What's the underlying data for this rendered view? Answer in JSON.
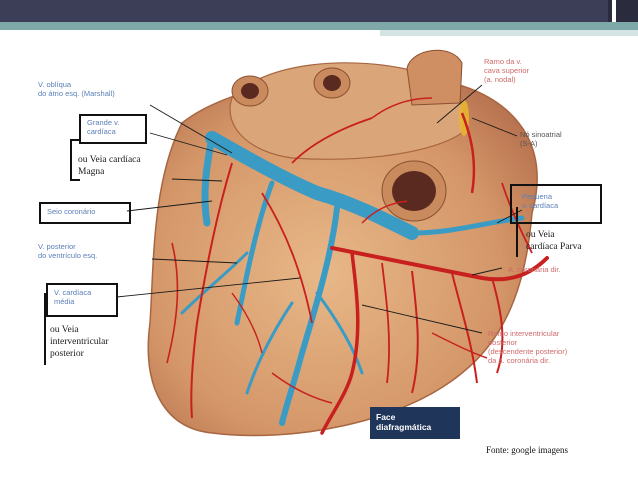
{
  "slide": {
    "source_note": "Fonte: google imagens",
    "face_label_1": "Face",
    "face_label_2": "diafragmática"
  },
  "labels": {
    "v_obliqua_1": "V. oblíqua",
    "v_obliqua_2": "do átrio esq. (Marshall)",
    "grande_v_1": "Grande v.",
    "grande_v_2": "cardíaca",
    "seio": "Seio coronário",
    "v_posterior_1": "V. posterior",
    "v_posterior_2": "do ventrículo esq.",
    "v_media_1": "V. cardíaca",
    "v_media_2": "média",
    "ramo_vcava_1": "Ramo da v.",
    "ramo_vcava_2": "cava superior",
    "ramo_vcava_3": "(a. nodal)",
    "no_sinoatrial_1": "Nó sinoatrial",
    "no_sinoatrial_2": "(S-A)",
    "pequena_1": "Pequena",
    "pequena_2": "v. cardíaca",
    "coronaria_dir": "A. coronária dir.",
    "ramo_interv_1": "Ramo interventricular",
    "ramo_interv_2": "posterior",
    "ramo_interv_3": "(descendente posterior)",
    "ramo_interv_4": "da a. coronária dir."
  },
  "handwritten": {
    "magna_1": "ou Veia cardíaca",
    "magna_2": "Magna",
    "parva_1": "ou Veia",
    "parva_2": "cardíaca Parva",
    "interv_1": "ou Veia",
    "interv_2": "interventricular",
    "interv_3": "posterior"
  },
  "colors": {
    "muscle": "#d9a273",
    "artery": "#c8201e",
    "vein": "#3a9cc4",
    "label_blue": "#5a7fb8",
    "label_red": "#d06a6a"
  }
}
